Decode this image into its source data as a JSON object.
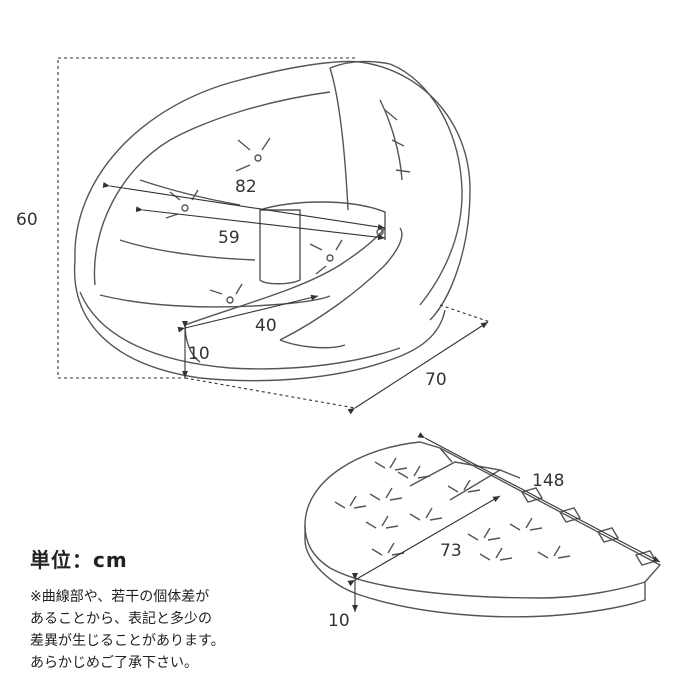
{
  "dimensions": {
    "chair_height": "60",
    "chair_width_outer": "82",
    "chair_width_inner": "59",
    "seat_depth": "40",
    "seat_cushion_height": "10",
    "chair_depth": "70",
    "mat_length": "148",
    "mat_width": "73",
    "mat_thickness": "10"
  },
  "unit_label": "単位：cm",
  "notes": [
    "※曲線部や、若干の個体差が",
    "あることから、表記と多少の",
    "差異が生じることがあります。",
    "あらかじめご了承下さい。"
  ]
}
